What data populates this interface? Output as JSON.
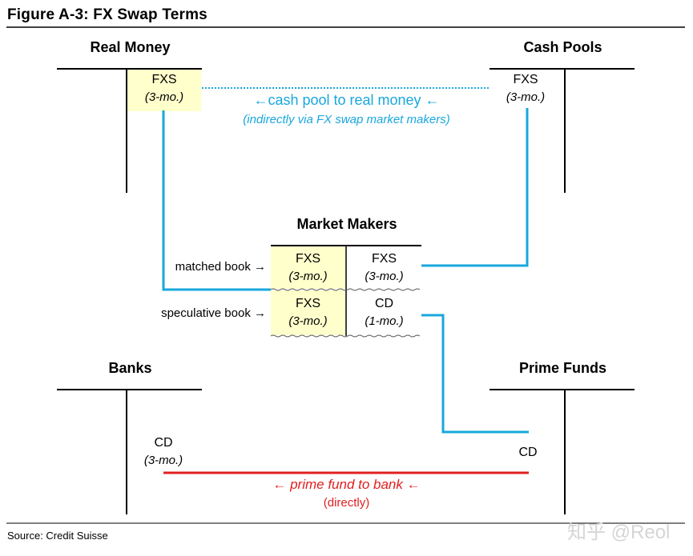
{
  "figure_title": "Figure A-3: FX Swap Terms",
  "parties": {
    "real_money": {
      "title": "Real Money",
      "asset": "FXS",
      "term": "(3-mo.)"
    },
    "cash_pools": {
      "title": "Cash Pools",
      "liability": "FXS",
      "term": "(3-mo.)"
    },
    "market_makers": {
      "title": "Market Makers",
      "matched_label": "matched book →",
      "speculative_label": "speculative book →",
      "matched_left": {
        "name": "FXS",
        "term": "(3-mo.)"
      },
      "matched_right": {
        "name": "FXS",
        "term": "(3-mo.)"
      },
      "spec_left": {
        "name": "FXS",
        "term": "(3-mo.)"
      },
      "spec_right": {
        "name": "CD",
        "term": "(1-mo.)"
      }
    },
    "banks": {
      "title": "Banks",
      "liability": "CD",
      "term": "(3-mo.)"
    },
    "prime_funds": {
      "title": "Prime Funds",
      "asset": "CD"
    }
  },
  "flows": {
    "cash_pool_flow": "←cash pool to real money ←",
    "cash_pool_flow_note": "(indirectly via FX swap market makers)",
    "prime_fund_flow": "← prime fund to bank ←",
    "prime_fund_flow_note": "(directly)"
  },
  "colors": {
    "blue_flow": "#19a7dc",
    "red_flow": "#e02020",
    "highlight": "#ffffcc"
  },
  "source": "Source: Credit Suisse",
  "watermark": "知乎 @Reol"
}
